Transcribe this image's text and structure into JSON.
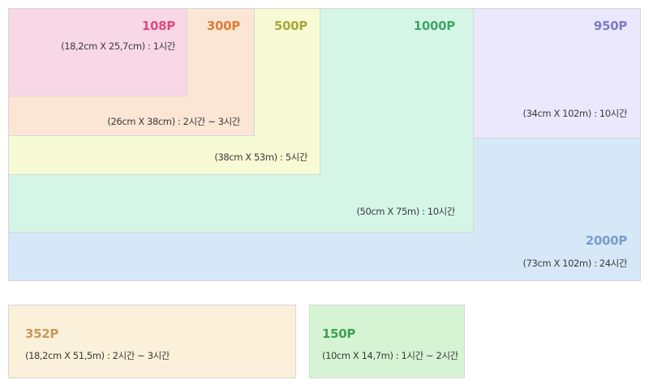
{
  "puzzles": [
    {
      "key": "p2000",
      "label": "2000P",
      "size": "(73cm X 102m) : 24시간",
      "bg": "#d6e8f8",
      "label_color": "#7a9ccd"
    },
    {
      "key": "p950",
      "label": "950P",
      "size": "(34cm X 102m) : 10시간",
      "bg": "#ebe8fd",
      "label_color": "#7e7cc6"
    },
    {
      "key": "p1000",
      "label": "1000P",
      "size": "(50cm X 75m) : 10시간",
      "bg": "#d5f6e7",
      "label_color": "#41a56b"
    },
    {
      "key": "p500",
      "label": "500P",
      "size": "(38cm X 53m) : 5시간",
      "bg": "#f6fbd5",
      "label_color": "#a9a83b"
    },
    {
      "key": "p300",
      "label": "300P",
      "size": "(26cm X 38cm) : 2시간 ~ 3시간",
      "bg": "#fbe6d5",
      "label_color": "#de7d36"
    },
    {
      "key": "p108",
      "label": "108P",
      "size": "(18,2cm X 25,7cm) : 1시간",
      "bg": "#f9d8e6",
      "label_color": "#df4a7f"
    },
    {
      "key": "p352",
      "label": "352P",
      "size": "(18,2cm X 51,5m) : 2시간 ~ 3시간",
      "bg": "#fbf0da",
      "label_color": "#c49a5c"
    },
    {
      "key": "p150",
      "label": "150P",
      "size": "(10cm X 14,7m) : 1시간 ~ 2시간",
      "bg": "#d6f4d4",
      "label_color": "#3fa154"
    }
  ]
}
